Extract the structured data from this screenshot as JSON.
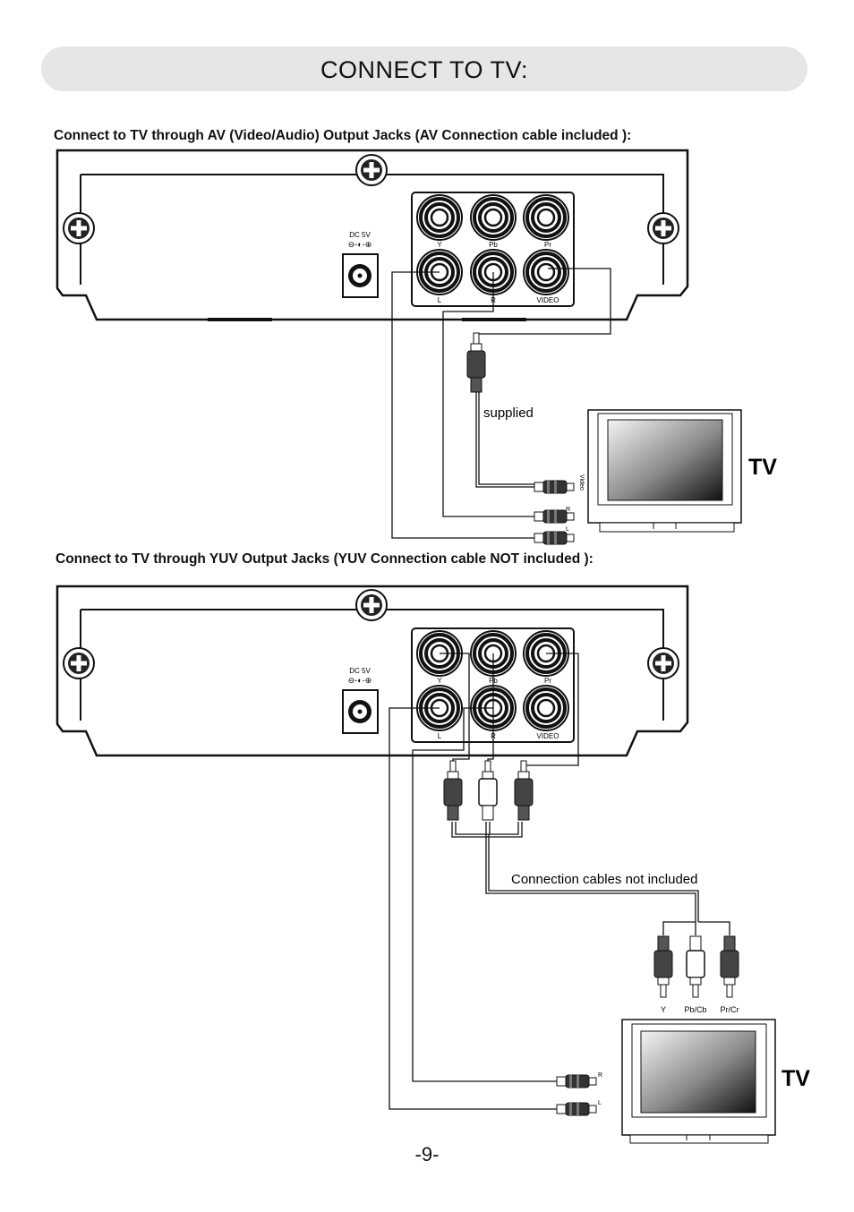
{
  "page": {
    "title": "CONNECT TO TV:",
    "page_number": "-9-"
  },
  "section_av": {
    "heading": "Connect to TV through AV (Video/Audio) Output Jacks  (AV Connection cable included ):",
    "cable_label": "supplied",
    "tv_label": "TV",
    "tv_jack_labels": [
      "Video",
      "R",
      "L"
    ]
  },
  "section_yuv": {
    "heading": "Connect  to TV through YUV Output Jacks (YUV Connection cable NOT included ):",
    "cable_label": "Connection cables not included",
    "tv_label": "TV",
    "tv_jack_labels": [
      "R",
      "L"
    ],
    "plug_labels": [
      "Y",
      "Pb/Cb",
      "Pr/Cr"
    ]
  },
  "player_panel": {
    "dc_label": "DC   5V",
    "jack_top_labels": [
      "Y",
      "Pb",
      "Pr"
    ],
    "jack_bottom_labels": [
      "L",
      "R",
      "VIDEO"
    ]
  }
}
